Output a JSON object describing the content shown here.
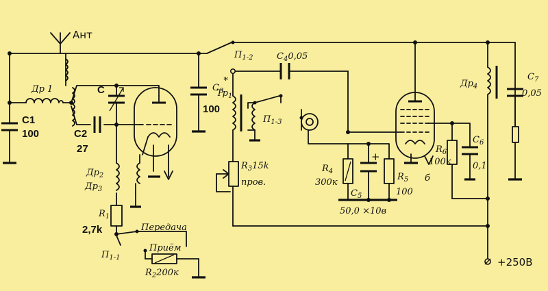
{
  "labels": {
    "antenna": "Ант",
    "dr1": "Др 1",
    "c_var": "С",
    "c1_name": "С1",
    "c1_val": "100",
    "c2_name": "С2",
    "c2_val": "27",
    "c3": "С",
    "c3_sub": "3",
    "c3_star": "*",
    "c3_val": "100",
    "dr2": "Др",
    "dr2_sub": "2",
    "dr3": "Др",
    "dr3_sub": "3",
    "r1": "R",
    "r1_sub": "1",
    "r1_val": "2,7k",
    "peredacha": "Передача",
    "priem": "Приём",
    "p1_1": "П",
    "p1_1_sub": "1-1",
    "r2": "R",
    "r2_sub": "2",
    "r2_val": "200к",
    "p1_2": "П",
    "p1_2_sub": "1-2",
    "tr1": "Тр",
    "tr1_sub": "1",
    "p1_3": "П",
    "p1_3_sub": "1-3",
    "c4": "С",
    "c4_sub": "4",
    "c4_val": "0,05",
    "r3": "R",
    "r3_sub": "3",
    "r3_val": "15k",
    "r3_note": "пров.",
    "r4": "R",
    "r4_sub": "4",
    "r4_val": "300к",
    "c5": "С",
    "c5_sub": "5",
    "c5_val": "50,0 ×10в",
    "r5": "R",
    "r5_sub": "5",
    "r5_val": "100",
    "tube_pin": "б",
    "r6": "R",
    "r6_sub": "6",
    "r6_val": "100к",
    "c6": "С",
    "c6_sub": "6",
    "c6_val": "0,1",
    "dr4": "Др",
    "dr4_sub": "4",
    "c7": "С",
    "c7_sub": "7",
    "c7_val": "0,05",
    "supply": "+250В"
  }
}
